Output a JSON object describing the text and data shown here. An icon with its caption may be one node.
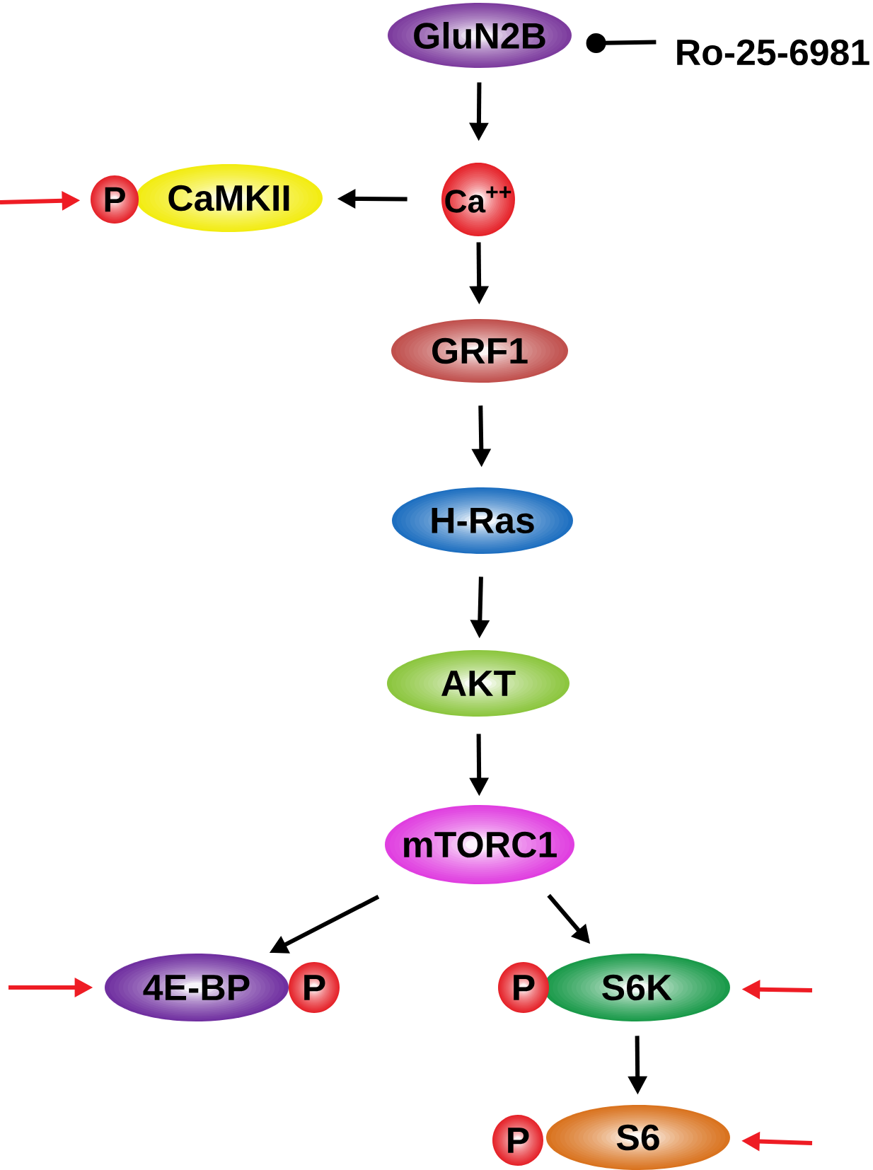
{
  "diagram": {
    "nodes": [
      {
        "text": [
          "GluN2B"
        ]
      },
      {
        "text": [
          "Ro-25-6981"
        ]
      },
      {
        "text": [
          "P"
        ]
      },
      {
        "text": [
          "CaMKII"
        ]
      },
      {
        "text": [
          "Ca$^{++}$"
        ]
      },
      {
        "text": [
          "GRF1"
        ]
      },
      {
        "text": [
          "H-Ras"
        ]
      },
      {
        "text": [
          "AKT"
        ]
      },
      {
        "text": [
          "mTORC1"
        ]
      },
      {
        "text": [
          "4E-BP"
        ]
      },
      {
        "text": [
          "P"
        ]
      },
      {
        "text": [
          "P"
        ]
      },
      {
        "text": [
          "S6K"
        ]
      },
      {
        "text": [
          "P"
        ]
      },
      {
        "text": [
          "S6"
        ]
      }
    ],
    "edges": [
      {
        "from": 1,
        "to": 0,
        "arrow": "other"
      },
      {
        "from": 0,
        "to": 4,
        "arrow": "to"
      },
      {
        "from": 4,
        "to": 3,
        "arrow": "to"
      },
      {
        "from": 4,
        "to": 5,
        "arrow": "to"
      },
      {
        "from": 5,
        "to": 6,
        "arrow": "to"
      },
      {
        "from": 6,
        "to": 7,
        "arrow": "to"
      },
      {
        "from": 7,
        "to": 8,
        "arrow": "to"
      },
      {
        "from": 8,
        "to": 9,
        "arrow": "to"
      },
      {
        "from": 8,
        "to": 12,
        "arrow": "to"
      },
      {
        "from": 12,
        "to": 14,
        "arrow": "to"
      },
      {
        "from": null,
        "to": 2,
        "arrow": "to",
        "color": "#ee1c24"
      },
      {
        "from": null,
        "to": 9,
        "arrow": "to",
        "color": "#ee1c24"
      },
      {
        "from": null,
        "to": 12,
        "arrow": "to",
        "color": "#ee1c24"
      },
      {
        "from": null,
        "to": 14,
        "arrow": "to",
        "color": "#ee1c24"
      }
    ]
  }
}
